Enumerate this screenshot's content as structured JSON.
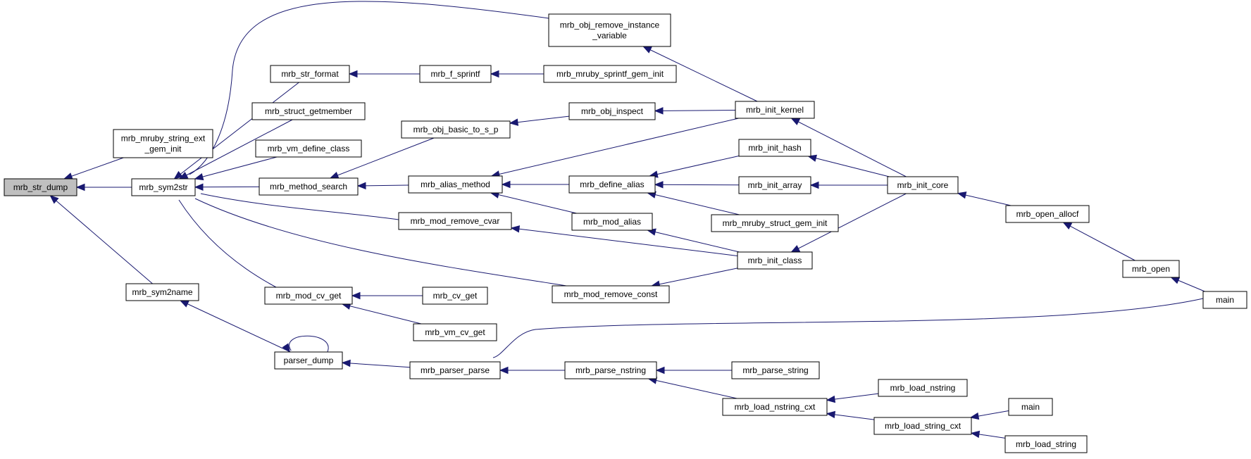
{
  "diagram": {
    "type": "call-graph",
    "colors": {
      "edge": "#191970",
      "node_border": "#000000",
      "focus_fill": "#bfbfbf",
      "background": "#ffffff"
    },
    "nodes": [
      {
        "id": "str_dump",
        "lines": [
          "mrb_str_dump"
        ],
        "focus": true
      },
      {
        "id": "mruby_string_ext",
        "lines": [
          "mrb_mruby_string_ext",
          "_gem_init"
        ]
      },
      {
        "id": "sym2str",
        "lines": [
          "mrb_sym2str"
        ]
      },
      {
        "id": "sym2name",
        "lines": [
          "mrb_sym2name"
        ]
      },
      {
        "id": "str_format",
        "lines": [
          "mrb_str_format"
        ]
      },
      {
        "id": "struct_getmember",
        "lines": [
          "mrb_struct_getmember"
        ]
      },
      {
        "id": "vm_define_class",
        "lines": [
          "mrb_vm_define_class"
        ]
      },
      {
        "id": "method_search",
        "lines": [
          "mrb_method_search"
        ]
      },
      {
        "id": "mod_cv_get",
        "lines": [
          "mrb_mod_cv_get"
        ]
      },
      {
        "id": "parser_dump",
        "lines": [
          "parser_dump"
        ]
      },
      {
        "id": "f_sprintf",
        "lines": [
          "mrb_f_sprintf"
        ]
      },
      {
        "id": "obj_basic_to_s_p",
        "lines": [
          "mrb_obj_basic_to_s_p"
        ]
      },
      {
        "id": "alias_method",
        "lines": [
          "mrb_alias_method"
        ]
      },
      {
        "id": "mod_remove_cvar",
        "lines": [
          "mrb_mod_remove_cvar"
        ]
      },
      {
        "id": "cv_get",
        "lines": [
          "mrb_cv_get"
        ]
      },
      {
        "id": "vm_cv_get",
        "lines": [
          "mrb_vm_cv_get"
        ]
      },
      {
        "id": "parser_parse",
        "lines": [
          "mrb_parser_parse"
        ]
      },
      {
        "id": "obj_remove_iv",
        "lines": [
          "mrb_obj_remove_instance",
          "_variable"
        ]
      },
      {
        "id": "mruby_sprintf",
        "lines": [
          "mrb_mruby_sprintf_gem_init"
        ]
      },
      {
        "id": "obj_inspect",
        "lines": [
          "mrb_obj_inspect"
        ]
      },
      {
        "id": "define_alias",
        "lines": [
          "mrb_define_alias"
        ]
      },
      {
        "id": "mod_alias",
        "lines": [
          "mrb_mod_alias"
        ]
      },
      {
        "id": "mod_remove_const",
        "lines": [
          "mrb_mod_remove_const"
        ]
      },
      {
        "id": "parse_nstring",
        "lines": [
          "mrb_parse_nstring"
        ]
      },
      {
        "id": "init_kernel",
        "lines": [
          "mrb_init_kernel"
        ]
      },
      {
        "id": "init_hash",
        "lines": [
          "mrb_init_hash"
        ]
      },
      {
        "id": "init_array",
        "lines": [
          "mrb_init_array"
        ]
      },
      {
        "id": "mruby_struct",
        "lines": [
          "mrb_mruby_struct_gem_init"
        ]
      },
      {
        "id": "init_class",
        "lines": [
          "mrb_init_class"
        ]
      },
      {
        "id": "parse_string",
        "lines": [
          "mrb_parse_string"
        ]
      },
      {
        "id": "load_nstring_cxt",
        "lines": [
          "mrb_load_nstring_cxt"
        ]
      },
      {
        "id": "init_core",
        "lines": [
          "mrb_init_core"
        ]
      },
      {
        "id": "load_nstring",
        "lines": [
          "mrb_load_nstring"
        ]
      },
      {
        "id": "load_string_cxt",
        "lines": [
          "mrb_load_string_cxt"
        ]
      },
      {
        "id": "open_allocf",
        "lines": [
          "mrb_open_allocf"
        ]
      },
      {
        "id": "open",
        "lines": [
          "mrb_open"
        ]
      },
      {
        "id": "main1",
        "lines": [
          "main"
        ]
      },
      {
        "id": "main2",
        "lines": [
          "main"
        ]
      },
      {
        "id": "load_string",
        "lines": [
          "mrb_load_string"
        ]
      }
    ],
    "edges": [
      {
        "from": "mruby_string_ext",
        "to": "str_dump"
      },
      {
        "from": "sym2str",
        "to": "str_dump"
      },
      {
        "from": "sym2name",
        "to": "str_dump"
      },
      {
        "from": "obj_remove_iv",
        "to": "sym2str"
      },
      {
        "from": "str_format",
        "to": "sym2str"
      },
      {
        "from": "struct_getmember",
        "to": "sym2str"
      },
      {
        "from": "vm_define_class",
        "to": "sym2str"
      },
      {
        "from": "method_search",
        "to": "sym2str"
      },
      {
        "from": "mod_remove_cvar",
        "to": "sym2str"
      },
      {
        "from": "mod_remove_const",
        "to": "sym2str"
      },
      {
        "from": "mod_cv_get",
        "to": "sym2str"
      },
      {
        "from": "parser_dump",
        "to": "sym2name"
      },
      {
        "from": "parser_dump",
        "to": "parser_dump"
      },
      {
        "from": "f_sprintf",
        "to": "str_format"
      },
      {
        "from": "mruby_sprintf",
        "to": "f_sprintf"
      },
      {
        "from": "obj_basic_to_s_p",
        "to": "method_search"
      },
      {
        "from": "alias_method",
        "to": "method_search"
      },
      {
        "from": "obj_inspect",
        "to": "obj_basic_to_s_p"
      },
      {
        "from": "init_kernel",
        "to": "obj_inspect"
      },
      {
        "from": "init_kernel",
        "to": "obj_remove_iv"
      },
      {
        "from": "init_kernel",
        "to": "alias_method"
      },
      {
        "from": "define_alias",
        "to": "alias_method"
      },
      {
        "from": "mod_alias",
        "to": "alias_method"
      },
      {
        "from": "init_hash",
        "to": "define_alias"
      },
      {
        "from": "init_array",
        "to": "define_alias"
      },
      {
        "from": "mruby_struct",
        "to": "define_alias"
      },
      {
        "from": "init_class",
        "to": "mod_alias"
      },
      {
        "from": "init_class",
        "to": "mod_remove_cvar"
      },
      {
        "from": "init_class",
        "to": "mod_remove_const"
      },
      {
        "from": "cv_get",
        "to": "mod_cv_get"
      },
      {
        "from": "vm_cv_get",
        "to": "mod_cv_get"
      },
      {
        "from": "parser_parse",
        "to": "parser_dump"
      },
      {
        "from": "parse_nstring",
        "to": "parser_parse"
      },
      {
        "from": "main1",
        "to": "parser_parse"
      },
      {
        "from": "parse_string",
        "to": "parse_nstring"
      },
      {
        "from": "load_nstring_cxt",
        "to": "parse_nstring"
      },
      {
        "from": "load_nstring",
        "to": "load_nstring_cxt"
      },
      {
        "from": "load_string_cxt",
        "to": "load_nstring_cxt"
      },
      {
        "from": "main2",
        "to": "load_string_cxt"
      },
      {
        "from": "load_string",
        "to": "load_string_cxt"
      },
      {
        "from": "init_core",
        "to": "init_kernel"
      },
      {
        "from": "init_core",
        "to": "init_hash"
      },
      {
        "from": "init_core",
        "to": "init_array"
      },
      {
        "from": "init_core",
        "to": "init_class"
      },
      {
        "from": "open_allocf",
        "to": "init_core"
      },
      {
        "from": "open",
        "to": "open_allocf"
      },
      {
        "from": "main1",
        "to": "open"
      }
    ]
  }
}
